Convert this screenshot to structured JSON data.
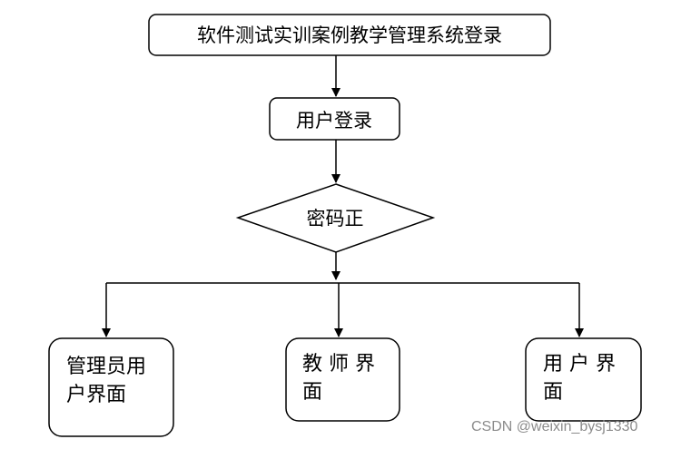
{
  "diagram": {
    "title_node": "软件测试实训案例教学管理系统登录",
    "login_node": "用户登录",
    "decision_node": "密码正",
    "admin_node": {
      "line1": "管理员用",
      "line2": "户界面"
    },
    "teacher_node": {
      "line1": "教 师 界",
      "line2": "面"
    },
    "user_node": {
      "line1": "用 户 界",
      "line2": "面"
    }
  },
  "watermark": "CSDN @weixin_bysj1330",
  "colors": {
    "stroke": "#000000",
    "background": "#ffffff",
    "watermark": "#8c8c8c"
  }
}
